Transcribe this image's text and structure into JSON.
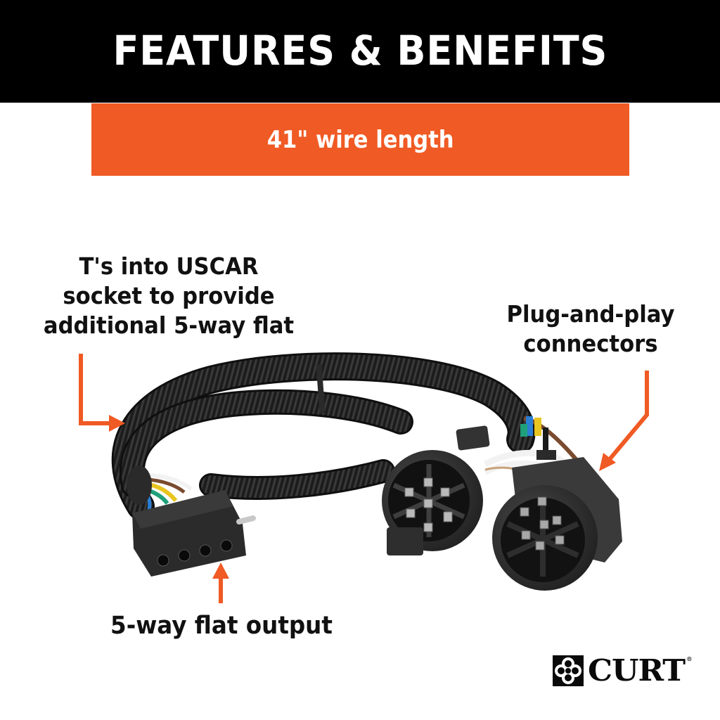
{
  "header": {
    "title": "FEATURES & BENEFITS",
    "background": "#000000"
  },
  "banner": {
    "text": "41\" wire length",
    "background": "#f05a24"
  },
  "callouts": [
    {
      "id": "uscar",
      "lines": [
        "T's into USCAR",
        "socket to provide",
        "additional 5-way flat"
      ]
    },
    {
      "id": "plug-and-play",
      "lines": [
        "Plug-and-play",
        "connectors"
      ]
    },
    {
      "id": "flat-output",
      "lines": [
        "5-way flat output"
      ]
    }
  ],
  "product": {
    "description": "Wiring harness with corrugated loom, 5-way flat connector and two 7-way USCAR connectors",
    "wire_colors": [
      "#2a7fd4",
      "#e8c520",
      "#1fa07a",
      "#7a4b2e",
      "#f2f2f2"
    ]
  },
  "brand": {
    "name": "CURT",
    "registered": "®"
  },
  "colors": {
    "accent": "#f05a24",
    "text": "#111111"
  }
}
